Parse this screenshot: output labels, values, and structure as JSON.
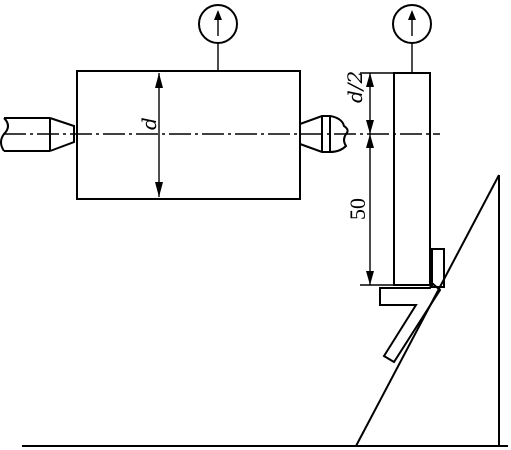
{
  "labels": {
    "diameter": "d",
    "half_diameter": "d/2",
    "height": "50"
  }
}
